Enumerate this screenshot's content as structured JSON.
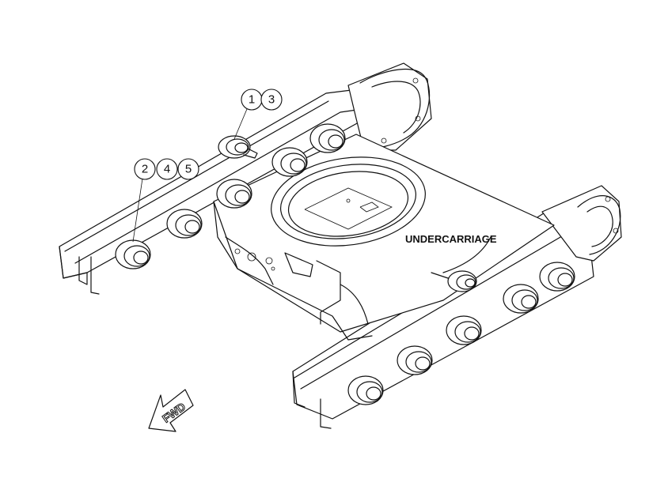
{
  "diagram": {
    "section_label": "UNDERCARRIAGE",
    "direction_label": "FWD",
    "callouts": [
      "1",
      "3",
      "2",
      "4",
      "5"
    ],
    "colors": {
      "line": "#111111",
      "background": "#ffffff"
    }
  }
}
